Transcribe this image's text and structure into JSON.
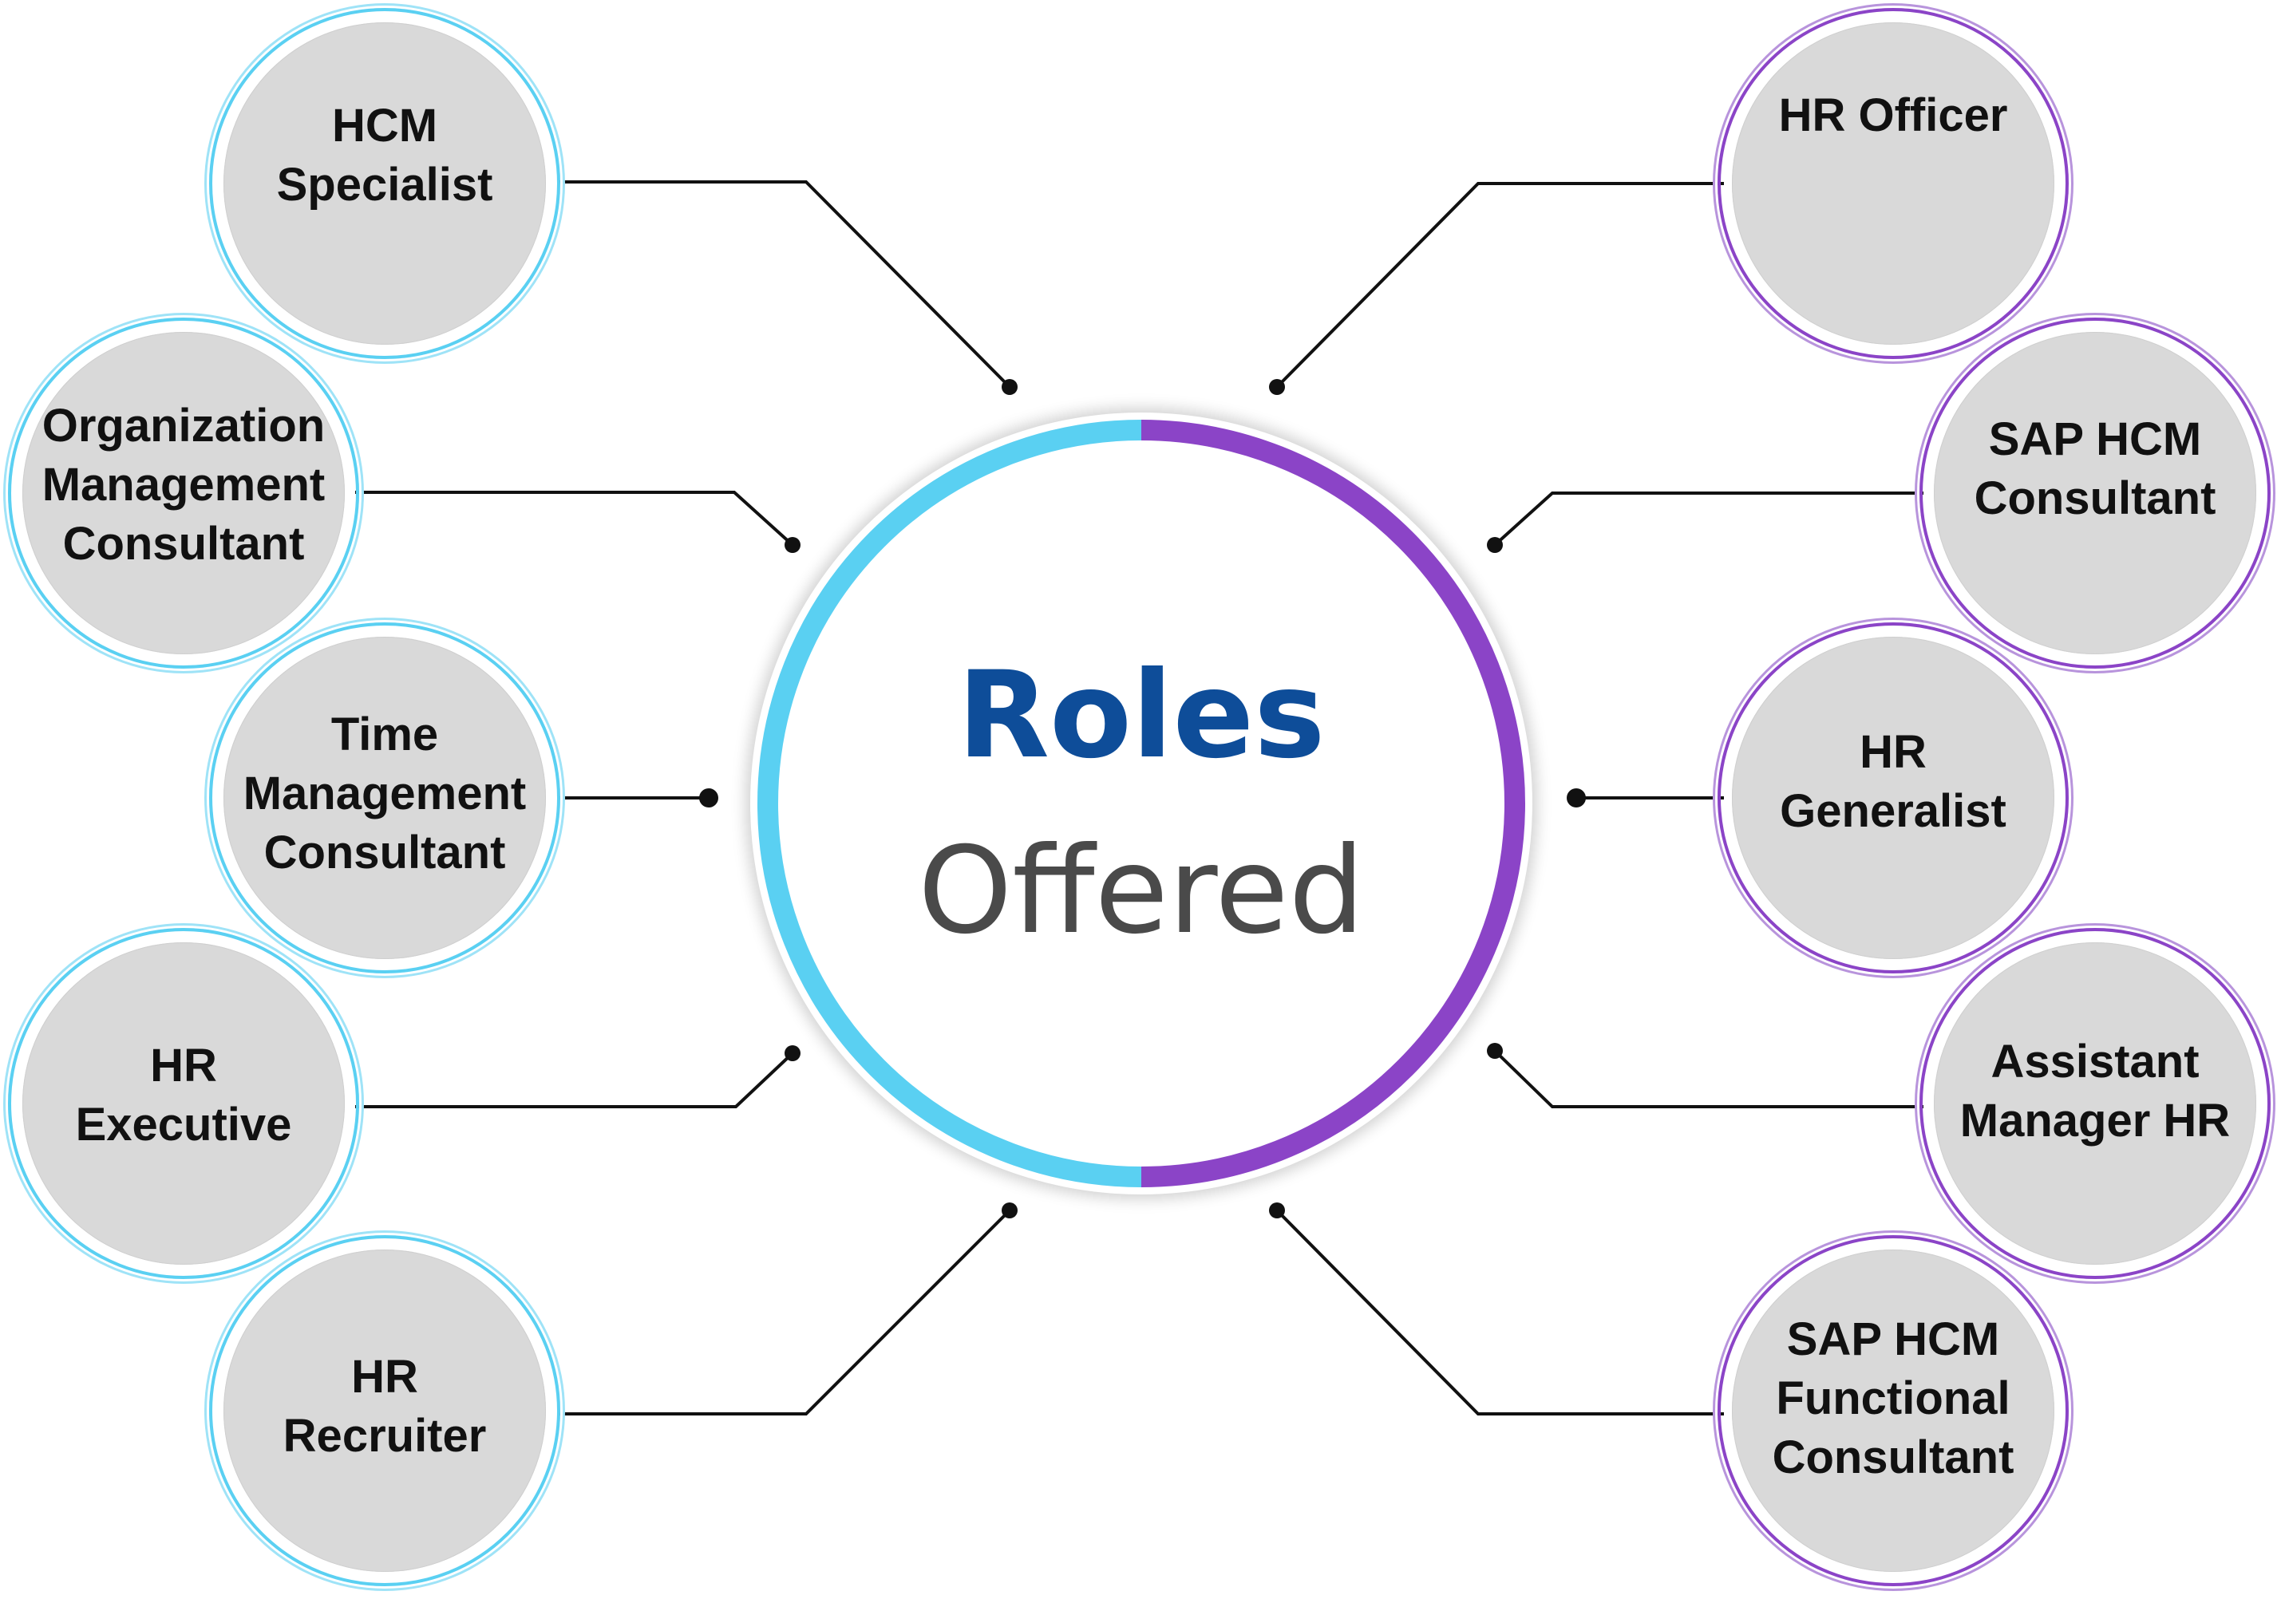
{
  "hub": {
    "title": "Roles",
    "subtitle": "Offered",
    "ring_colors": {
      "left": "#5ad0f2",
      "right": "#8b44c7"
    },
    "title_color": "#0e4d99",
    "subtitle_color": "#4a4a4a"
  },
  "roles_left": [
    {
      "label": "HCM\nSpecialist"
    },
    {
      "label": "Organization\nManagement\nConsultant"
    },
    {
      "label": "Time\nManagement\nConsultant"
    },
    {
      "label": "HR\nExecutive"
    },
    {
      "label": "HR\nRecruiter"
    }
  ],
  "roles_right": [
    {
      "label": "HR Officer"
    },
    {
      "label": "SAP HCM\nConsultant"
    },
    {
      "label": "HR\nGeneralist"
    },
    {
      "label": "Assistant\nManager HR"
    },
    {
      "label": "SAP HCM\nFunctional\nConsultant"
    }
  ],
  "colors": {
    "left_accent": "#5ad0f2",
    "right_accent": "#8b44c7",
    "bubble_fill": "#d9d9d9",
    "connector": "#111111"
  }
}
